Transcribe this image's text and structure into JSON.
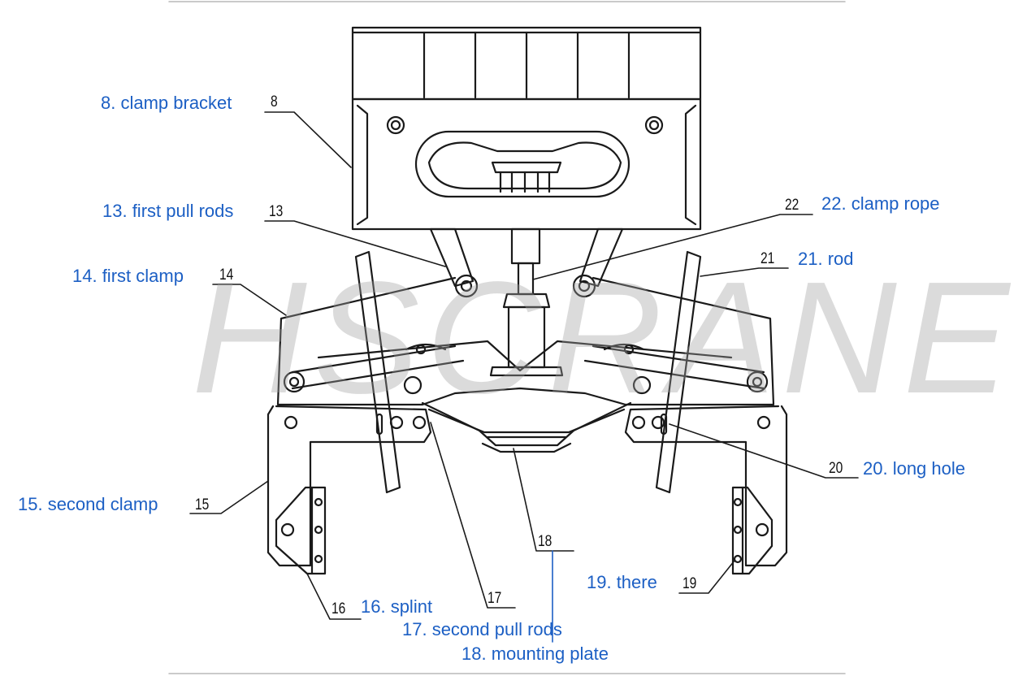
{
  "watermark": "HSCRANE",
  "colors": {
    "label": "#1c5fc4",
    "line": "#1a1a1a",
    "watermark": "#a0a0a0"
  },
  "callouts": [
    {
      "id": "8",
      "number": "8",
      "label": "8. clamp bracket"
    },
    {
      "id": "13",
      "number": "13",
      "label": "13. first pull rods"
    },
    {
      "id": "14",
      "number": "14",
      "label": "14. first clamp"
    },
    {
      "id": "15",
      "number": "15",
      "label": "15. second clamp"
    },
    {
      "id": "16",
      "number": "16",
      "label": "16. splint"
    },
    {
      "id": "17",
      "number": "17",
      "label": "17. second pull rods"
    },
    {
      "id": "18",
      "number": "18",
      "label": "18. mounting plate"
    },
    {
      "id": "19",
      "number": "19",
      "label": "19. there"
    },
    {
      "id": "20",
      "number": "20",
      "label": "20. long hole"
    },
    {
      "id": "21",
      "number": "21",
      "label": "21. rod"
    },
    {
      "id": "22",
      "number": "22",
      "label": "22. clamp rope"
    }
  ]
}
